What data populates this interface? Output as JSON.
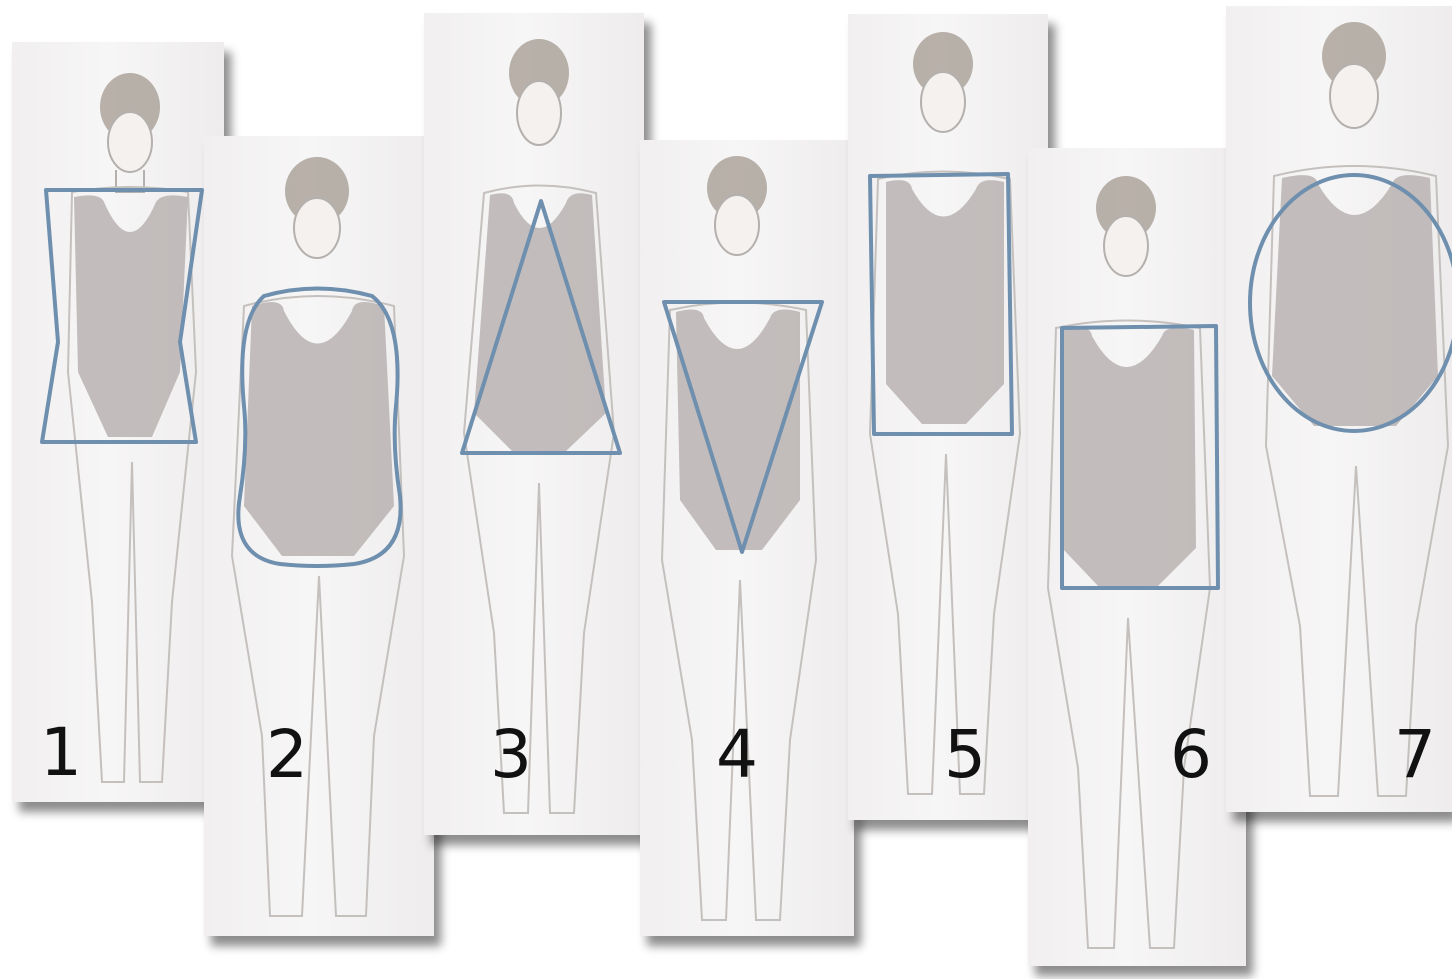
{
  "figures": [
    {
      "label": "1",
      "shape": "hourglass"
    },
    {
      "label": "2",
      "shape": "oval"
    },
    {
      "label": "3",
      "shape": "triangle"
    },
    {
      "label": "4",
      "shape": "inverted-triangle"
    },
    {
      "label": "5",
      "shape": "rectangle"
    },
    {
      "label": "6",
      "shape": "rectangle"
    },
    {
      "label": "7",
      "shape": "circle"
    }
  ],
  "colors": {
    "outline": "#6f8fae",
    "swimsuit": "#b9b3b1",
    "skin_line": "#b4b0ae",
    "hair": "#a89f96",
    "card_bg": "#f4f2f2"
  }
}
